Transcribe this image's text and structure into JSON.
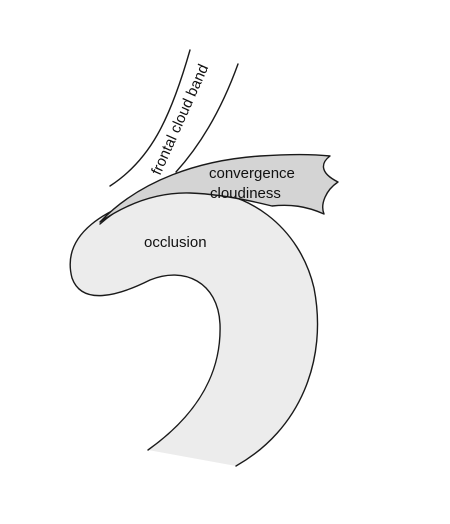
{
  "diagram": {
    "labels": {
      "frontal_band": "frontal cloud band",
      "convergence_line1": "convergence",
      "convergence_line2": "cloudiness",
      "occlusion": "occlusion"
    },
    "colors": {
      "background": "#ffffff",
      "occlusion_fill": "#ececec",
      "convergence_fill": "#d4d4d4",
      "outline": "#1a1a1a"
    }
  }
}
